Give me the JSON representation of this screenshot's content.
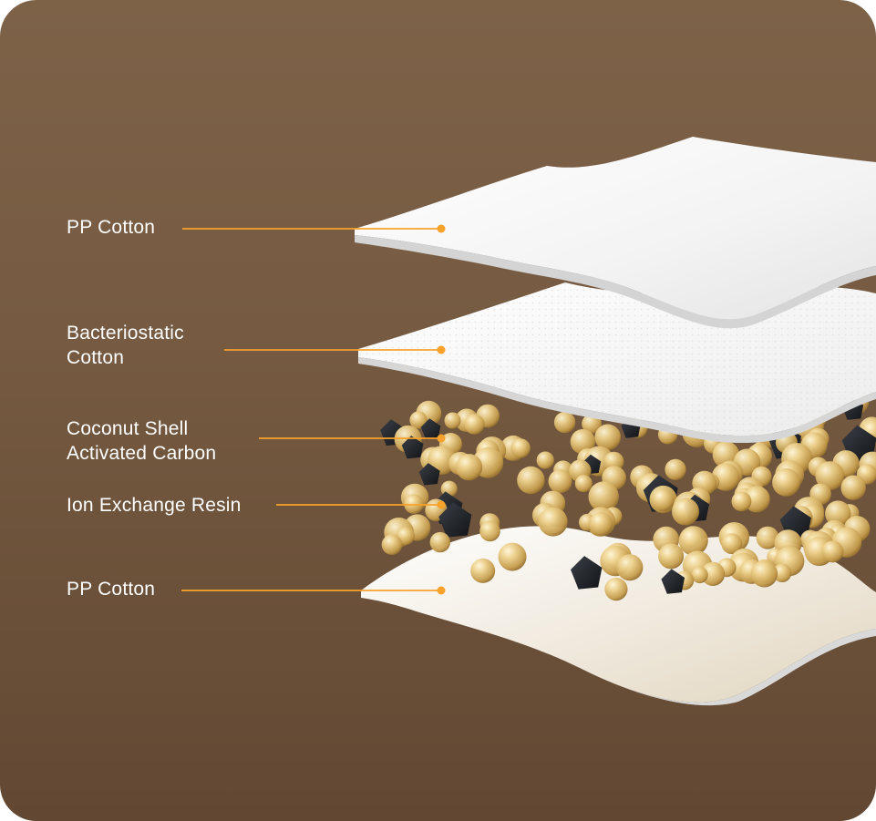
{
  "colors": {
    "accent": "#f7a22b",
    "background": "#765b42",
    "text": "#ffffff"
  },
  "layers": [
    {
      "id": "pp-cotton-top",
      "lines": [
        "PP Cotton"
      ]
    },
    {
      "id": "bacteriostatic-cotton",
      "lines": [
        "Bacteriostatic",
        "Cotton"
      ]
    },
    {
      "id": "coconut-shell-activated-carbon",
      "lines": [
        "Coconut Shell",
        "Activated Carbon"
      ]
    },
    {
      "id": "ion-exchange-resin",
      "lines": [
        "Ion Exchange Resin"
      ]
    },
    {
      "id": "pp-cotton-bottom",
      "lines": [
        "PP Cotton"
      ]
    }
  ]
}
